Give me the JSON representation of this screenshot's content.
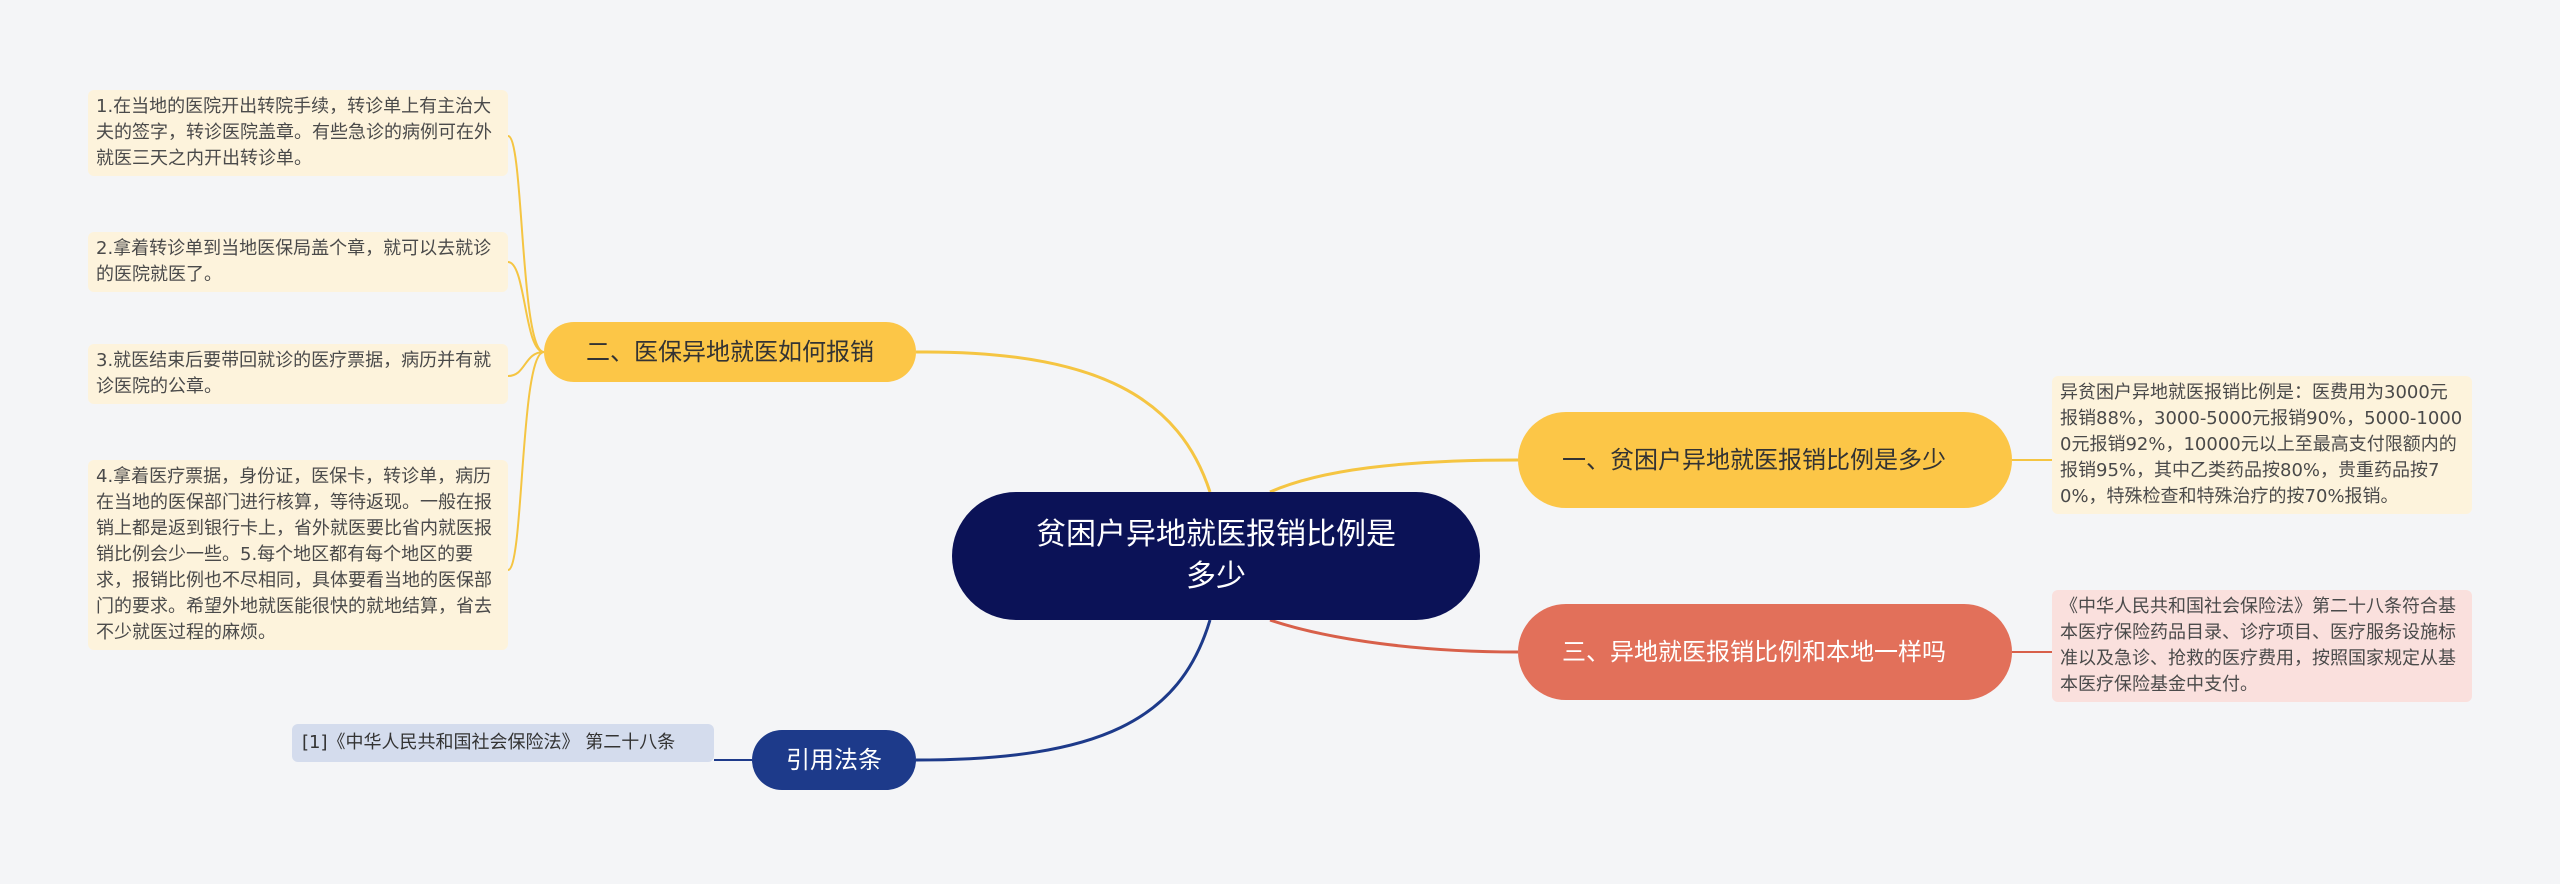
{
  "root": {
    "title": "贫困户异地就医报销比例是多少"
  },
  "branches": {
    "reimburse_how": {
      "label": "二、医保异地就医如何报销",
      "color": "#fcc647",
      "leaves": [
        "1.在当地的医院开出转院手续，转诊单上有主治大夫的签字，转诊医院盖章。有些急诊的病例可在外就医三天之内开出转诊单。",
        "2.拿着转诊单到当地医保局盖个章，就可以去就诊的医院就医了。",
        "3.就医结束后要带回就诊的医疗票据，病历并有就诊医院的公章。",
        "4.拿着医疗票据，身份证，医保卡，转诊单，病历在当地的医保部门进行核算，等待返现。一般在报销上都是返到银行卡上，省外就医要比省内就医报销比例会少一些。5.每个地区都有每个地区的要求，报销比例也不尽相同，具体要看当地的医保部门的要求。希望外地就医能很快的就地结算，省去不少就医过程的麻烦。"
      ]
    },
    "ratio": {
      "label": "一、贫困户异地就医报销比例是多少",
      "color": "#fcc647",
      "leaf": "异贫困户异地就医报销比例是：医费用为3000元报销88%，3000-5000元报销90%，5000-10000元报销92%，10000元以上至最高支付限额内的报销95%，其中乙类药品按80%，贵重药品按70%，特殊检查和特殊治疗的按70%报销。"
    },
    "same_as_local": {
      "label": "三、异地就医报销比例和本地一样吗",
      "color": "#e2705a",
      "leaf": "《中华人民共和国社会保险法》第二十八条符合基本医疗保险药品目录、诊疗项目、医疗服务设施标准以及急诊、抢救的医疗费用，按照国家规定从基本医疗保险基金中支付。"
    },
    "citation": {
      "label": "引用法条",
      "color": "#1d3a8a",
      "leaf": "[1]《中华人民共和国社会保险法》 第二十八条"
    }
  }
}
